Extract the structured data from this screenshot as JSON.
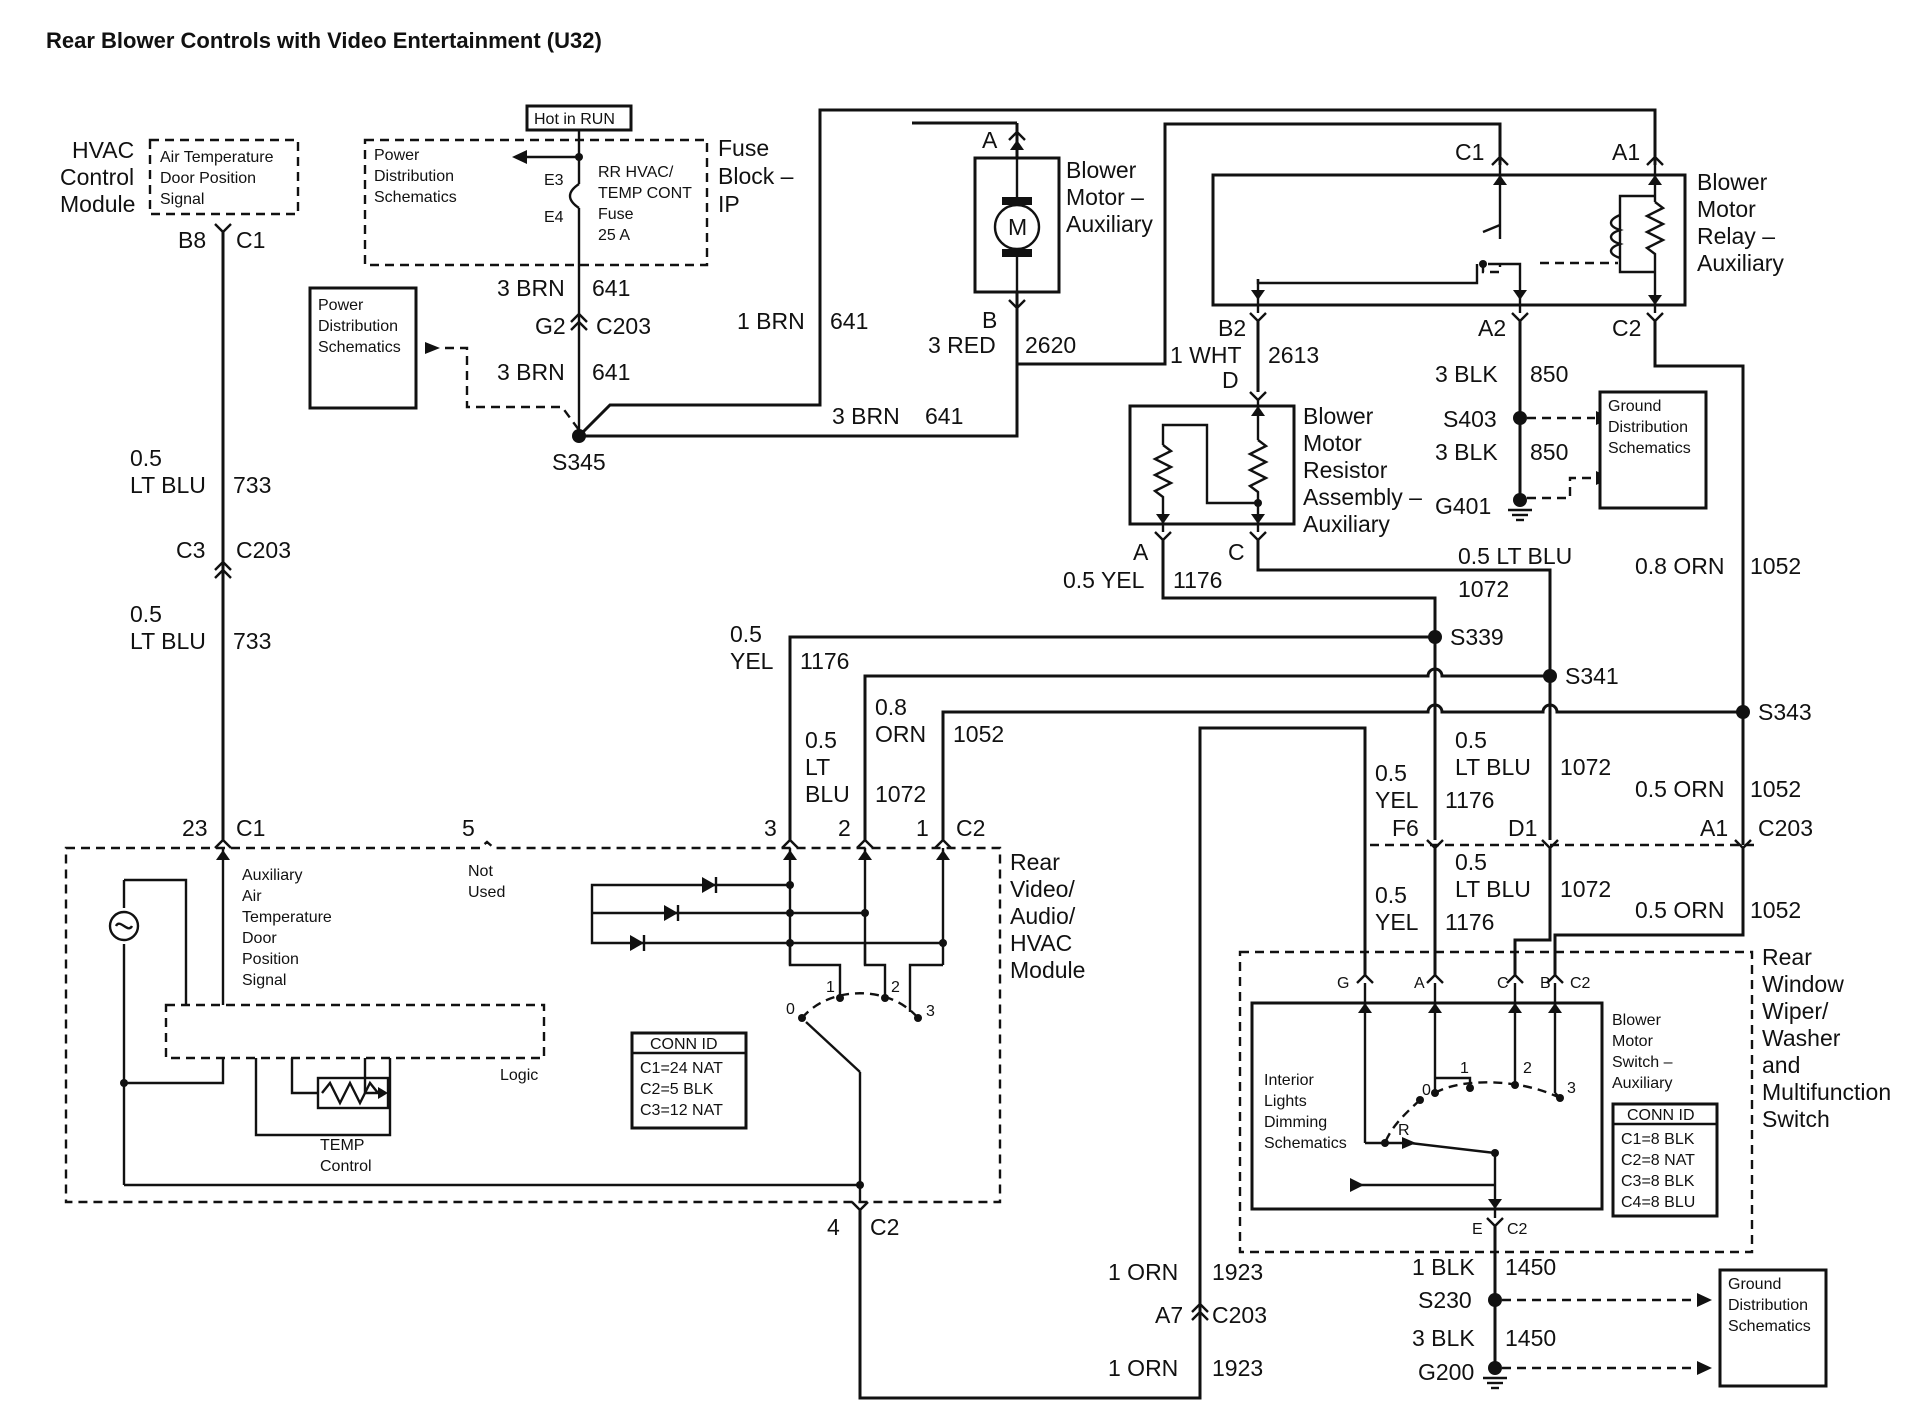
{
  "title": "Rear Blower Controls with Video Entertainment (U32)",
  "labels": {
    "hot_in_run": "Hot in RUN",
    "fuse_block": [
      "Fuse",
      "Block –",
      "IP"
    ],
    "pd_sch": [
      "Power",
      "Distribution",
      "Schematics"
    ],
    "fuse_desc": [
      "RR HVAC/",
      "TEMP CONT",
      "Fuse",
      "25 A"
    ],
    "e3": "E3",
    "e4": "E4",
    "hvac_module": [
      "HVAC",
      "Control",
      "Module"
    ],
    "air_temp_signal": [
      "Air Temperature",
      "Door Position",
      "Signal"
    ],
    "b8": "B8",
    "c1": "C1",
    "w_3brn": "3 BRN",
    "w_641": "641",
    "g2": "G2",
    "c203": "C203",
    "w_1brn": "1 BRN",
    "s345": "S345",
    "w_05": "0.5",
    "w_ltblu": "LT BLU",
    "w_733": "733",
    "c3": "C3",
    "blower_aux": [
      "Blower",
      "Motor –",
      "Auxiliary"
    ],
    "pin_a": "A",
    "pin_b": "B",
    "pin_c": "C",
    "pin_d": "D",
    "motor_m": "M",
    "w_3red": "3 RED",
    "w_2620": "2620",
    "w_1wht": "1 WHT",
    "w_2613": "2613",
    "relay_aux": [
      "Blower",
      "Motor",
      "Relay –",
      "Auxiliary"
    ],
    "c1p": "C1",
    "a1p": "A1",
    "b2p": "B2",
    "a2p": "A2",
    "c2p": "C2",
    "w_3blk": "3 BLK",
    "w_850": "850",
    "s403": "S403",
    "g401": "G401",
    "gd_sch": [
      "Ground",
      "Distribution",
      "Schematics"
    ],
    "resistor_aux": [
      "Blower",
      "Motor",
      "Resistor",
      "Assembly –",
      "Auxiliary"
    ],
    "w_05yel": "0.5 YEL",
    "w_1176": "1176",
    "w_05ltblu": "0.5 LT BLU",
    "w_1072": "1072",
    "w_08orn": "0.8 ORN",
    "w_1052": "1052",
    "s339": "S339",
    "s341": "S341",
    "s343": "S343",
    "w_yel": "YEL",
    "w_08": "0.8",
    "w_orn": "ORN",
    "w_lt": "LT",
    "w_blu": "BLU",
    "w_05orn": "0.5 ORN",
    "f6": "F6",
    "d1": "D1",
    "a1": "A1",
    "n23": "23",
    "n5": "5",
    "n3": "3",
    "n2": "2",
    "n1": "1",
    "n0": "0",
    "n4": "4",
    "not_used": [
      "Not",
      "Used"
    ],
    "rear_module": [
      "Rear",
      "Video/",
      "Audio/",
      "HVAC",
      "Module"
    ],
    "aux_signal": [
      "Auxiliary",
      "Air",
      "Temperature",
      "Door",
      "Position",
      "Signal"
    ],
    "logic": "Logic",
    "temp_control": [
      "TEMP",
      "Control"
    ],
    "conn_id": "CONN ID",
    "conn_rear": [
      "C1=24 NAT",
      "C2=5 BLK",
      "C3=12 NAT"
    ],
    "w_1orn": "1 ORN",
    "w_1923": "1923",
    "a7": "A7",
    "sw_pins": [
      "G",
      "A",
      "C",
      "B",
      "C2"
    ],
    "interior_lights": [
      "Interior",
      "Lights",
      "Dimming",
      "Schematics"
    ],
    "blower_switch": [
      "Blower",
      "Motor",
      "Switch –",
      "Auxiliary"
    ],
    "conn_switch": [
      "C1=8 BLK",
      "C2=8 NAT",
      "C3=8 BLK",
      "C4=8 BLU"
    ],
    "rear_wiper": [
      "Rear",
      "Window",
      "Wiper/",
      "Washer",
      "and",
      "Multifunction",
      "Switch"
    ],
    "pin_r": "R",
    "pin_e": "E",
    "w_1blk": "1 BLK",
    "w_1450": "1450",
    "s230": "S230",
    "g200": "G200"
  }
}
